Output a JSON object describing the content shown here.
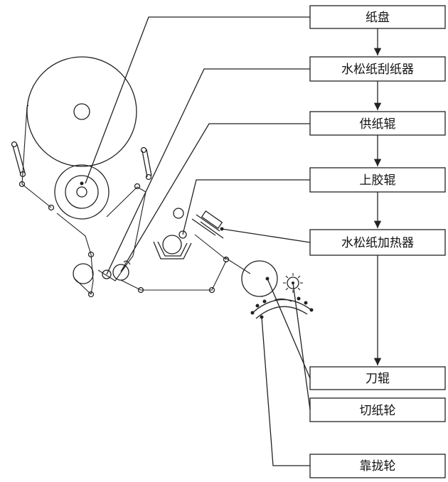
{
  "labels": {
    "paper_tray": "纸盘",
    "wax_paper_scraper": "水松纸刮纸器",
    "paper_feed_roller": "供纸辊",
    "glue_roller": "上胶辊",
    "wax_paper_heater": "水松纸加热器",
    "knife_roller": "刀辊",
    "paper_cutting_wheel": "切纸轮",
    "closing_wheel": "靠拢轮"
  }
}
